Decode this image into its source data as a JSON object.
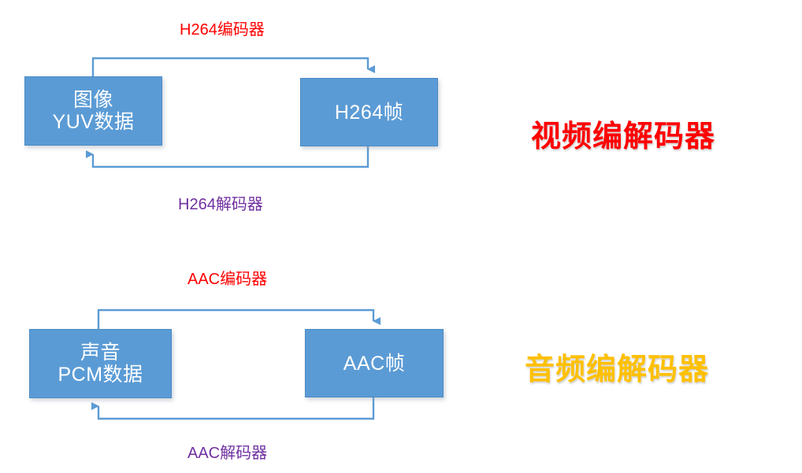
{
  "diagram": {
    "title_hidden": "",
    "colors": {
      "box_fill": "#5B9BD5",
      "box_border": "#4A8BC4",
      "arrow": "#5B9BD5",
      "encoder_label": "#FF0000",
      "decoder_label": "#7030A0",
      "video_heading": "#FF0000",
      "audio_heading": "#FFC000",
      "background": "#FFFFFF"
    },
    "sections": [
      {
        "id": "video",
        "heading": "视频编解码器",
        "heading_color": "#FF0000",
        "source_node": {
          "line1": "图像",
          "line2": "YUV数据"
        },
        "target_node": {
          "line1": "H264帧",
          "line2": ""
        },
        "forward_edge": {
          "label": "H264编码器",
          "color": "#FF0000",
          "direction": "source-to-target"
        },
        "reverse_edge": {
          "label": "H264解码器",
          "color": "#7030A0",
          "direction": "target-to-source"
        }
      },
      {
        "id": "audio",
        "heading": "音频编解码器",
        "heading_color": "#FFC000",
        "source_node": {
          "line1": "声音",
          "line2": "PCM数据"
        },
        "target_node": {
          "line1": "AAC帧",
          "line2": ""
        },
        "forward_edge": {
          "label": "AAC编码器",
          "color": "#FF0000",
          "direction": "source-to-target"
        },
        "reverse_edge": {
          "label": "AAC解码器",
          "color": "#7030A0",
          "direction": "target-to-source"
        }
      }
    ]
  }
}
